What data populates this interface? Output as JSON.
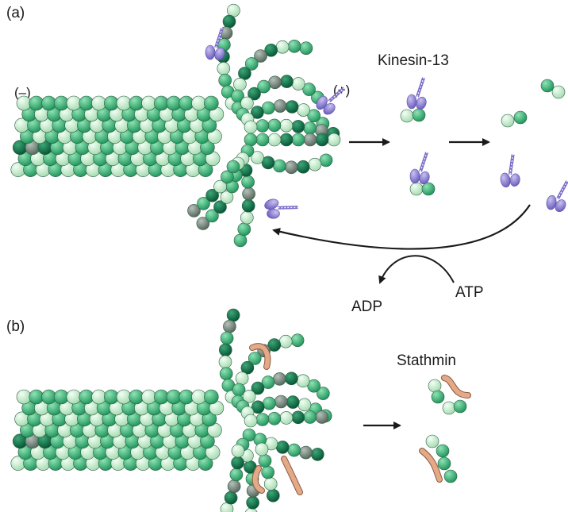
{
  "figure": {
    "panel_a": {
      "label": "(a)",
      "minus_end": "(–)",
      "plus_end": "(+)",
      "protein": "Kinesin-13",
      "adp": "ADP",
      "atp": "ATP"
    },
    "panel_b": {
      "label": "(b)",
      "protein": "Stathmin"
    },
    "colors": {
      "tubulin_light": "#bfe8c6",
      "tubulin_mid": "#3fb67e",
      "tubulin_dark": "#0f7a52",
      "tubulin_gray": "#7f8f86",
      "kinesin": "#8b7fd0",
      "stathmin": "#e3a988",
      "arrow": "#1a1a1a"
    },
    "icons": [
      "kinesin-13-motor-icon",
      "stathmin-protein-icon",
      "tubulin-dimer-icon"
    ]
  }
}
